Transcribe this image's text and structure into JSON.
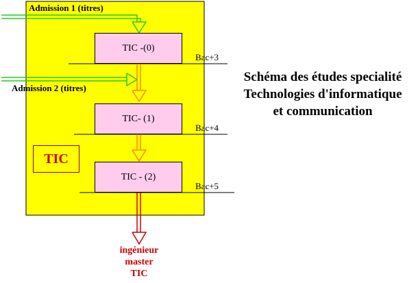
{
  "colors": {
    "panel": "#ffff00",
    "stage_fill": "#ffccee",
    "admission_arrow": "#22cc22",
    "flow_arrow": "#ff8800",
    "exit_arrow": "#cc0000",
    "accent_text": "#cc0000"
  },
  "admissions": [
    {
      "label": "Admission 1 (titres)"
    },
    {
      "label": "Admission 2 (titres)"
    }
  ],
  "stages": [
    {
      "label": "TIC -(0)",
      "level": "Bac+3"
    },
    {
      "label": "TIC- (1)",
      "level": "Bac+4"
    },
    {
      "label": "TIC - (2)",
      "level": "Bac+5"
    }
  ],
  "badge": "TIC",
  "title_lines": [
    "Schéma des études specialité",
    "Technologies d'informatique",
    "et communication"
  ],
  "outcome_lines": [
    "ingénieur",
    "master",
    "TIC"
  ]
}
